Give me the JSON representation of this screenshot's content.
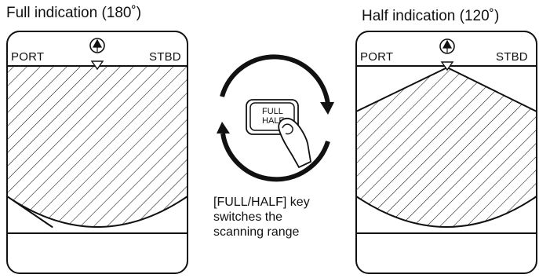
{
  "diagram": {
    "left_panel": {
      "title": "Full indication (180˚)",
      "port_label": "PORT",
      "stbd_label": "STBD"
    },
    "right_panel": {
      "title": "Half indication (120˚)",
      "port_label": "PORT",
      "stbd_label": "STBD"
    },
    "key": {
      "line1": "FULL",
      "line2": "HALF"
    },
    "caption": {
      "line1": "[FULL/HALF] key",
      "line2": "switches the",
      "line3": "scanning range"
    },
    "colors": {
      "stroke": "#111111",
      "background": "#ffffff"
    }
  }
}
